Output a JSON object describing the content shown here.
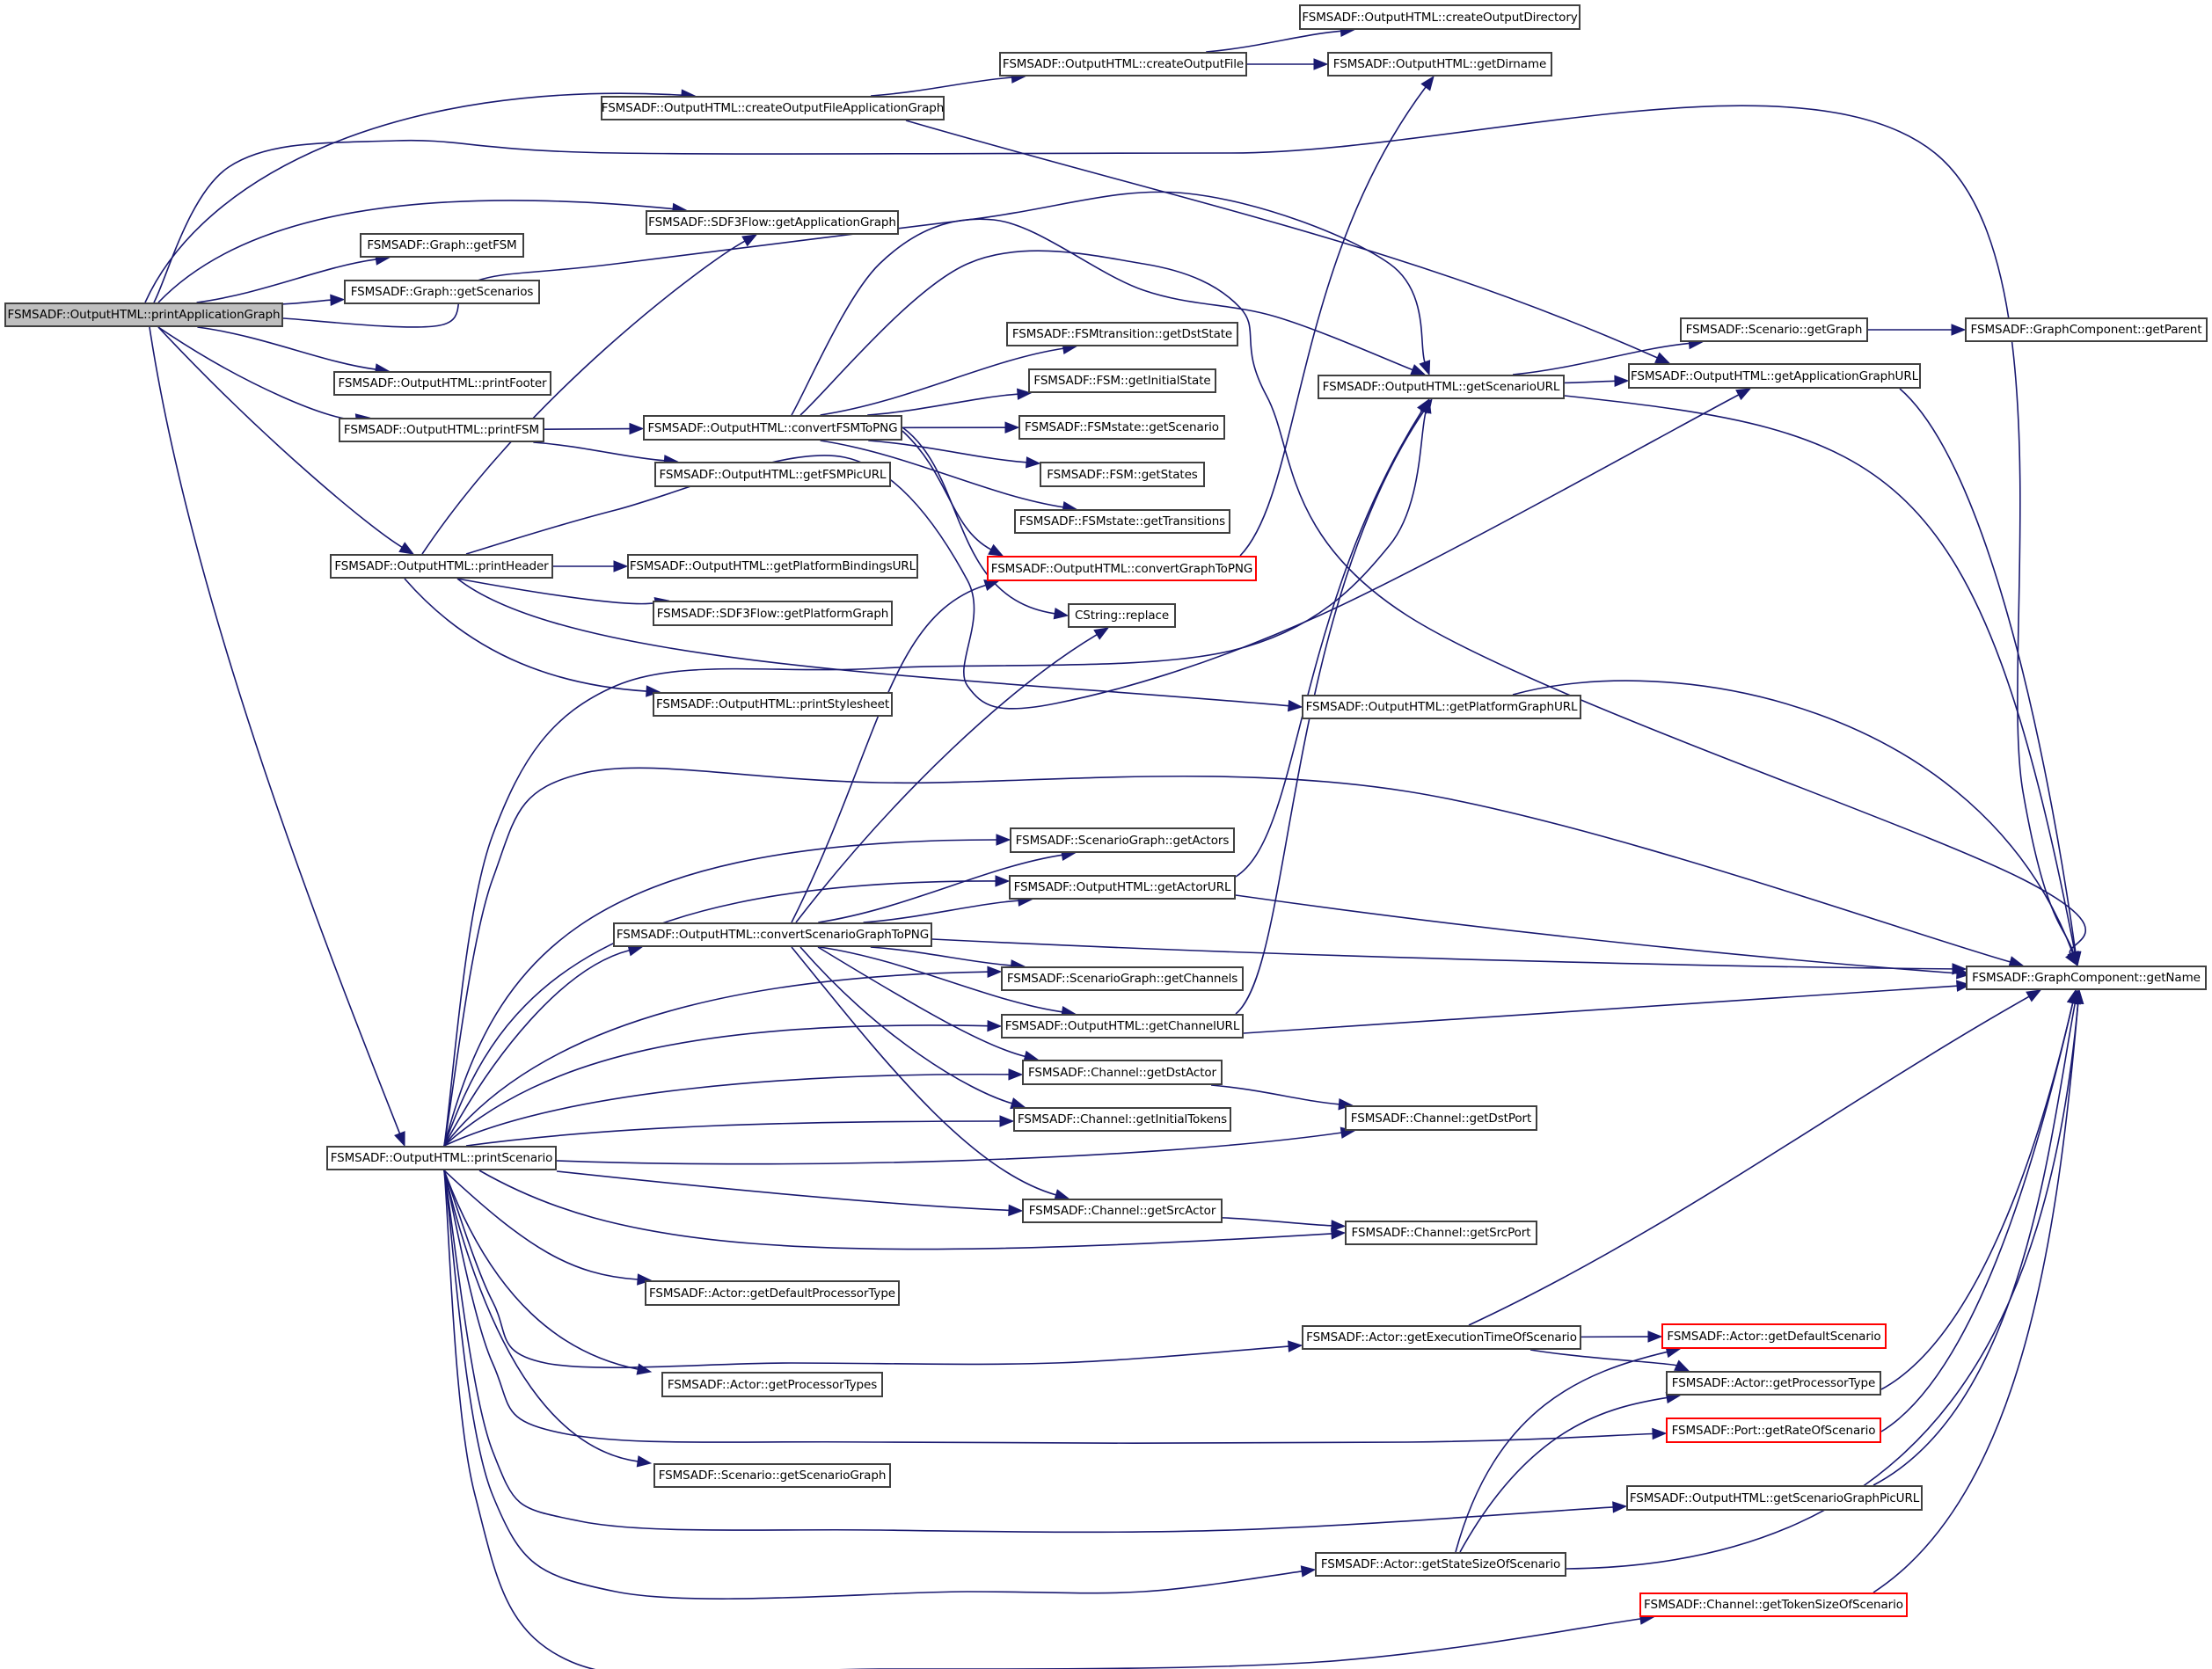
{
  "diagram": {
    "title": "Call graph of FSMSADF::OutputHTML::printApplicationGraph",
    "colors": {
      "edge": "#191970",
      "node_border": "#404040",
      "root_fill": "#bfbfbf",
      "truncated_border": "#ff0000"
    },
    "nodes": [
      {
        "id": "pag",
        "label": "FSMSADF::OutputHTML::printApplicationGraph",
        "style": "root"
      },
      {
        "id": "cofag",
        "label": "FSMSADF::OutputHTML::createOutputFileApplicationGraph",
        "style": "normal"
      },
      {
        "id": "cof",
        "label": "FSMSADF::OutputHTML::createOutputFile",
        "style": "normal"
      },
      {
        "id": "cod",
        "label": "FSMSADF::OutputHTML::createOutputDirectory",
        "style": "normal"
      },
      {
        "id": "gdir",
        "label": "FSMSADF::OutputHTML::getDirname",
        "style": "normal"
      },
      {
        "id": "sdfgag",
        "label": "FSMSADF::SDF3Flow::getApplicationGraph",
        "style": "normal"
      },
      {
        "id": "gfsm",
        "label": "FSMSADF::Graph::getFSM",
        "style": "normal"
      },
      {
        "id": "gscens",
        "label": "FSMSADF::Graph::getScenarios",
        "style": "normal"
      },
      {
        "id": "pfoot",
        "label": "FSMSADF::OutputHTML::printFooter",
        "style": "normal"
      },
      {
        "id": "pfsm",
        "label": "FSMSADF::OutputHTML::printFSM",
        "style": "normal"
      },
      {
        "id": "cfsm",
        "label": "FSMSADF::OutputHTML::convertFSMToPNG",
        "style": "normal"
      },
      {
        "id": "gfsmpic",
        "label": "FSMSADF::OutputHTML::getFSMPicURL",
        "style": "normal"
      },
      {
        "id": "gdst",
        "label": "FSMSADF::FSMtransition::getDstState",
        "style": "normal"
      },
      {
        "id": "ginit",
        "label": "FSMSADF::FSM::getInitialState",
        "style": "normal"
      },
      {
        "id": "gsscen",
        "label": "FSMSADF::FSMstate::getScenario",
        "style": "normal"
      },
      {
        "id": "gstates",
        "label": "FSMSADF::FSM::getStates",
        "style": "normal"
      },
      {
        "id": "gtrans",
        "label": "FSMSADF::FSMstate::getTransitions",
        "style": "normal"
      },
      {
        "id": "cgpng",
        "label": "FSMSADF::OutputHTML::convertGraphToPNG",
        "style": "truncated"
      },
      {
        "id": "repl",
        "label": "CString::replace",
        "style": "normal"
      },
      {
        "id": "phead",
        "label": "FSMSADF::OutputHTML::printHeader",
        "style": "normal"
      },
      {
        "id": "gpbu",
        "label": "FSMSADF::OutputHTML::getPlatformBindingsURL",
        "style": "normal"
      },
      {
        "id": "gpg",
        "label": "FSMSADF::SDF3Flow::getPlatformGraph",
        "style": "normal"
      },
      {
        "id": "pstyle",
        "label": "FSMSADF::OutputHTML::printStylesheet",
        "style": "normal"
      },
      {
        "id": "gpgu",
        "label": "FSMSADF::OutputHTML::getPlatformGraphURL",
        "style": "normal"
      },
      {
        "id": "gsurl",
        "label": "FSMSADF::OutputHTML::getScenarioURL",
        "style": "normal"
      },
      {
        "id": "ggraph",
        "label": "FSMSADF::Scenario::getGraph",
        "style": "normal"
      },
      {
        "id": "gparent",
        "label": "FSMSADF::GraphComponent::getParent",
        "style": "normal"
      },
      {
        "id": "gagu",
        "label": "FSMSADF::OutputHTML::getApplicationGraphURL",
        "style": "normal"
      },
      {
        "id": "gname",
        "label": "FSMSADF::GraphComponent::getName",
        "style": "normal"
      },
      {
        "id": "gactors",
        "label": "FSMSADF::ScenarioGraph::getActors",
        "style": "normal"
      },
      {
        "id": "gaurl",
        "label": "FSMSADF::OutputHTML::getActorURL",
        "style": "normal"
      },
      {
        "id": "csgpng",
        "label": "FSMSADF::OutputHTML::convertScenarioGraphToPNG",
        "style": "normal"
      },
      {
        "id": "gchans",
        "label": "FSMSADF::ScenarioGraph::getChannels",
        "style": "normal"
      },
      {
        "id": "gcurl",
        "label": "FSMSADF::OutputHTML::getChannelURL",
        "style": "normal"
      },
      {
        "id": "gdact",
        "label": "FSMSADF::Channel::getDstActor",
        "style": "normal"
      },
      {
        "id": "ginitt",
        "label": "FSMSADF::Channel::getInitialTokens",
        "style": "normal"
      },
      {
        "id": "gdport",
        "label": "FSMSADF::Channel::getDstPort",
        "style": "normal"
      },
      {
        "id": "pscen",
        "label": "FSMSADF::OutputHTML::printScenario",
        "style": "normal"
      },
      {
        "id": "gsact",
        "label": "FSMSADF::Channel::getSrcActor",
        "style": "normal"
      },
      {
        "id": "gsport",
        "label": "FSMSADF::Channel::getSrcPort",
        "style": "normal"
      },
      {
        "id": "gdpt",
        "label": "FSMSADF::Actor::getDefaultProcessorType",
        "style": "normal"
      },
      {
        "id": "gexec",
        "label": "FSMSADF::Actor::getExecutionTimeOfScenario",
        "style": "normal"
      },
      {
        "id": "gdefs",
        "label": "FSMSADF::Actor::getDefaultScenario",
        "style": "truncated"
      },
      {
        "id": "gpt",
        "label": "FSMSADF::Actor::getProcessorType",
        "style": "normal"
      },
      {
        "id": "gpts",
        "label": "FSMSADF::Actor::getProcessorTypes",
        "style": "normal"
      },
      {
        "id": "grate",
        "label": "FSMSADF::Port::getRateOfScenario",
        "style": "truncated"
      },
      {
        "id": "gsg",
        "label": "FSMSADF::Scenario::getScenarioGraph",
        "style": "normal"
      },
      {
        "id": "gsgpic",
        "label": "FSMSADF::OutputHTML::getScenarioGraphPicURL",
        "style": "normal"
      },
      {
        "id": "gstate",
        "label": "FSMSADF::Actor::getStateSizeOfScenario",
        "style": "normal"
      },
      {
        "id": "gtoken",
        "label": "FSMSADF::Channel::getTokenSizeOfScenario",
        "style": "truncated"
      }
    ],
    "edges": [
      [
        "pag",
        "cofag"
      ],
      [
        "pag",
        "gname"
      ],
      [
        "pag",
        "sdfgag"
      ],
      [
        "pag",
        "gfsm"
      ],
      [
        "pag",
        "gscens"
      ],
      [
        "pag",
        "gsurl"
      ],
      [
        "pag",
        "pfoot"
      ],
      [
        "pag",
        "pfsm"
      ],
      [
        "pag",
        "phead"
      ],
      [
        "pag",
        "pscen"
      ],
      [
        "cofag",
        "cof"
      ],
      [
        "cofag",
        "gagu"
      ],
      [
        "cof",
        "cod"
      ],
      [
        "cof",
        "gdir"
      ],
      [
        "pfsm",
        "cfsm"
      ],
      [
        "pfsm",
        "gfsmpic"
      ],
      [
        "cfsm",
        "gdst"
      ],
      [
        "cfsm",
        "ginit"
      ],
      [
        "cfsm",
        "gsscen"
      ],
      [
        "cfsm",
        "gstates"
      ],
      [
        "cfsm",
        "gtrans"
      ],
      [
        "cfsm",
        "cgpng"
      ],
      [
        "cfsm",
        "repl"
      ],
      [
        "cfsm",
        "gsurl"
      ],
      [
        "cfsm",
        "gname"
      ],
      [
        "cgpng",
        "gdir"
      ],
      [
        "phead",
        "sdfgag"
      ],
      [
        "phead",
        "gpbu"
      ],
      [
        "phead",
        "gpg"
      ],
      [
        "phead",
        "pstyle"
      ],
      [
        "phead",
        "gpgu"
      ],
      [
        "phead",
        "gagu"
      ],
      [
        "gsurl",
        "ggraph"
      ],
      [
        "gsurl",
        "gagu"
      ],
      [
        "gsurl",
        "gname"
      ],
      [
        "ggraph",
        "gparent"
      ],
      [
        "gagu",
        "gname"
      ],
      [
        "gpgu",
        "gname"
      ],
      [
        "pscen",
        "gsurl"
      ],
      [
        "pscen",
        "gname"
      ],
      [
        "pscen",
        "gactors"
      ],
      [
        "pscen",
        "gaurl"
      ],
      [
        "pscen",
        "csgpng"
      ],
      [
        "pscen",
        "gchans"
      ],
      [
        "pscen",
        "gcurl"
      ],
      [
        "pscen",
        "gdact"
      ],
      [
        "pscen",
        "ginitt"
      ],
      [
        "pscen",
        "gdport"
      ],
      [
        "pscen",
        "gsact"
      ],
      [
        "pscen",
        "gsport"
      ],
      [
        "pscen",
        "gdpt"
      ],
      [
        "pscen",
        "gexec"
      ],
      [
        "pscen",
        "gpts"
      ],
      [
        "pscen",
        "grate"
      ],
      [
        "pscen",
        "gsg"
      ],
      [
        "pscen",
        "gsgpic"
      ],
      [
        "pscen",
        "gstate"
      ],
      [
        "pscen",
        "gtoken"
      ],
      [
        "csgpng",
        "cgpng"
      ],
      [
        "csgpng",
        "repl"
      ],
      [
        "csgpng",
        "gactors"
      ],
      [
        "csgpng",
        "gaurl"
      ],
      [
        "csgpng",
        "gname"
      ],
      [
        "csgpng",
        "gchans"
      ],
      [
        "csgpng",
        "gcurl"
      ],
      [
        "csgpng",
        "gdact"
      ],
      [
        "csgpng",
        "ginitt"
      ],
      [
        "csgpng",
        "gsact"
      ],
      [
        "gaurl",
        "gsurl"
      ],
      [
        "gaurl",
        "gname"
      ],
      [
        "gcurl",
        "gsurl"
      ],
      [
        "gcurl",
        "gname"
      ],
      [
        "gdact",
        "gdport"
      ],
      [
        "gsact",
        "gsport"
      ],
      [
        "gexec",
        "gname"
      ],
      [
        "gexec",
        "gdefs"
      ],
      [
        "gexec",
        "gpt"
      ],
      [
        "gpt",
        "gname"
      ],
      [
        "grate",
        "gname"
      ],
      [
        "gsgpic",
        "gname"
      ],
      [
        "gstate",
        "gdefs"
      ],
      [
        "gstate",
        "gpt"
      ],
      [
        "gstate",
        "gname"
      ],
      [
        "gtoken",
        "gname"
      ]
    ]
  }
}
